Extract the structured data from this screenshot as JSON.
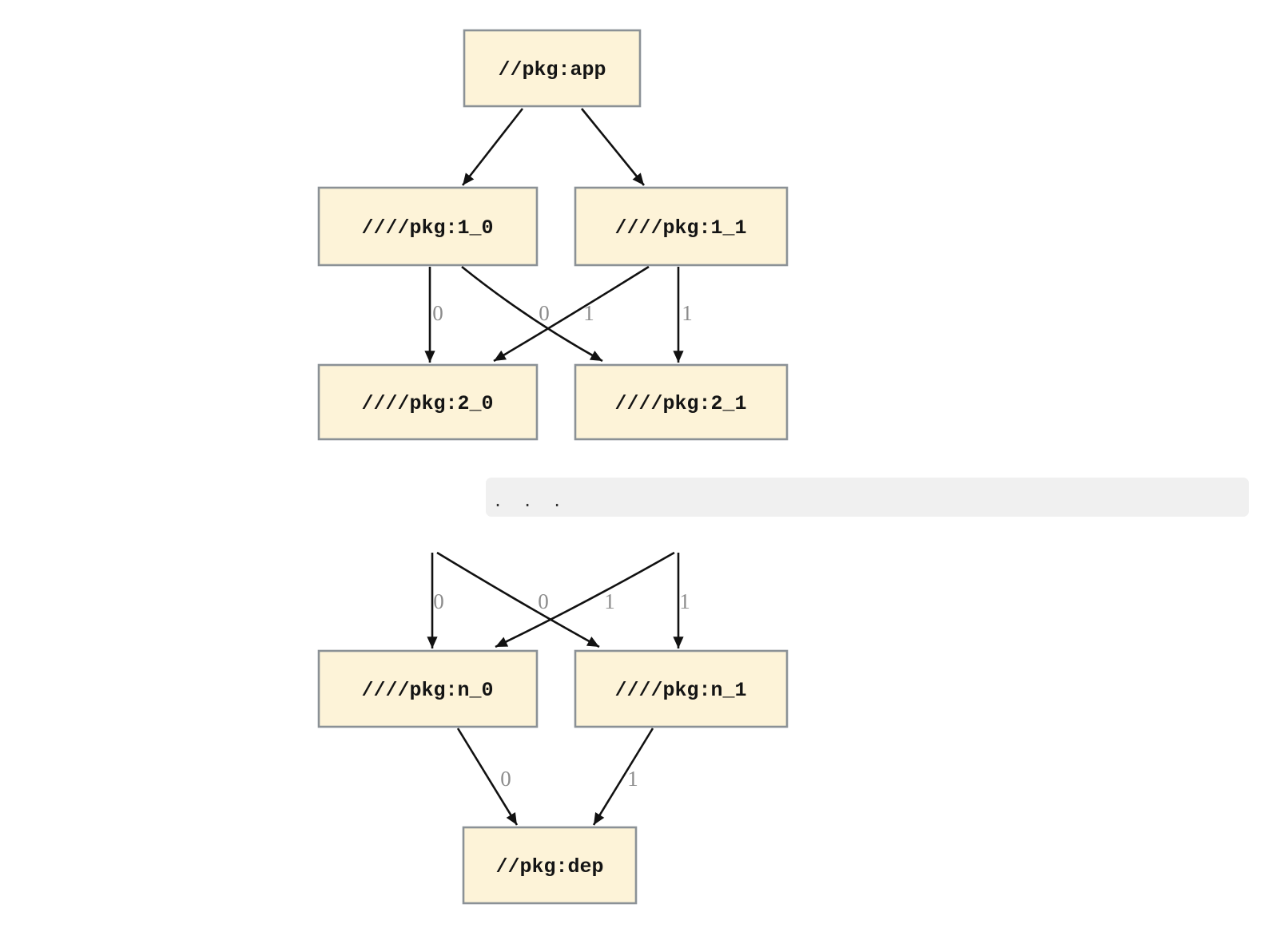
{
  "diagram": {
    "type": "dependency-graph",
    "nodes": [
      {
        "id": "app",
        "label": "//pkg:app"
      },
      {
        "id": "1_0",
        "label": "////pkg:1_0"
      },
      {
        "id": "1_1",
        "label": "////pkg:1_1"
      },
      {
        "id": "2_0",
        "label": "////pkg:2_0"
      },
      {
        "id": "2_1",
        "label": "////pkg:2_1"
      },
      {
        "id": "n_0",
        "label": "////pkg:n_0"
      },
      {
        "id": "n_1",
        "label": "////pkg:n_1"
      },
      {
        "id": "dep",
        "label": "//pkg:dep"
      }
    ],
    "edges": [
      {
        "from": "app",
        "to": "1_0",
        "label": ""
      },
      {
        "from": "app",
        "to": "1_1",
        "label": ""
      },
      {
        "from": "1_0",
        "to": "2_0",
        "label": "0"
      },
      {
        "from": "1_1",
        "to": "2_0",
        "label": "0"
      },
      {
        "from": "1_0",
        "to": "2_1",
        "label": "1"
      },
      {
        "from": "1_1",
        "to": "2_1",
        "label": "1"
      },
      {
        "from": "...",
        "to": "n_0",
        "label": "0"
      },
      {
        "from": "...",
        "to": "n_0",
        "label": "0"
      },
      {
        "from": "...",
        "to": "n_1",
        "label": "1"
      },
      {
        "from": "...",
        "to": "n_1",
        "label": "1"
      },
      {
        "from": "n_0",
        "to": "dep",
        "label": "0"
      },
      {
        "from": "n_1",
        "to": "dep",
        "label": "1"
      }
    ],
    "colors": {
      "node_fill": "#FDF3D8",
      "node_border": "#8B9196",
      "edge": "#111111",
      "edge_label": "#8C8C8C"
    }
  },
  "code_block": {
    "text": ". . .",
    "background": "#F0F0F0",
    "text_color": "#333333"
  }
}
